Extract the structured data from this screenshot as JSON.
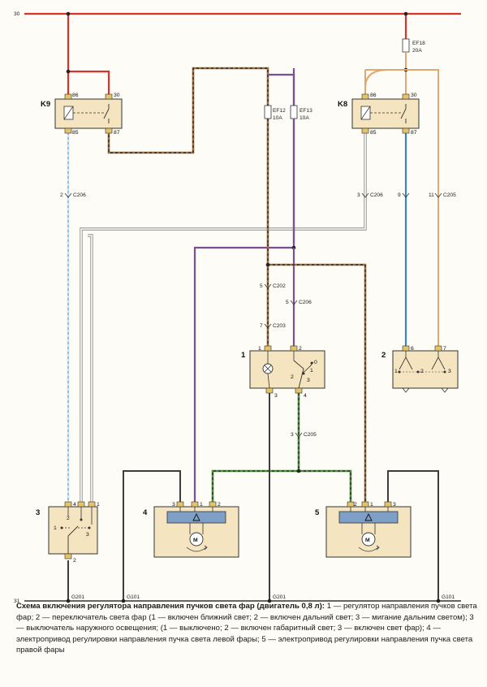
{
  "colors": {
    "red": "#d9332b",
    "violet": "#7b4f95",
    "brown": "#9b6a3d",
    "blue": "#3a86c6",
    "orange": "#e0a870",
    "green": "#4a8f3a",
    "black": "#3d3d3d",
    "white": "#8f8f8f",
    "box": "#f4e4bf",
    "pinbox": "#e3c46a",
    "motor": "#7fa0c6"
  },
  "rails": {
    "top": "30",
    "bottom": "31"
  },
  "relays": {
    "k9": {
      "name": "K9",
      "pins": [
        "86",
        "30",
        "85",
        "87"
      ]
    },
    "k8": {
      "name": "K8",
      "pins": [
        "86",
        "30",
        "85",
        "87"
      ]
    }
  },
  "fuses": {
    "ef18": {
      "name": "EF18",
      "rating": "20A"
    },
    "ef12": {
      "name": "EF12",
      "rating": "10A"
    },
    "ef13": {
      "name": "EF13",
      "rating": "10A"
    }
  },
  "connectors": {
    "k9_c206": {
      "pin": "2",
      "name": "C206"
    },
    "k8_c206": {
      "pin": "3",
      "name": "C206"
    },
    "k8_9": {
      "pin": "9"
    },
    "k8_c205": {
      "pin": "11",
      "name": "C205"
    },
    "c202": {
      "pin": "5",
      "name": "C202"
    },
    "c206_mid": {
      "pin": "5",
      "name": "C206"
    },
    "c203": {
      "pin": "7",
      "name": "C203"
    },
    "c205_mid": {
      "pin": "3",
      "name": "C205"
    }
  },
  "components": {
    "c1": {
      "num": "1",
      "pins": [
        "1",
        "2",
        "3",
        "4"
      ],
      "positions": [
        "0",
        "1",
        "2",
        "3"
      ]
    },
    "c2": {
      "num": "2",
      "pins": [
        "6",
        "7"
      ],
      "positions": [
        "1",
        "2",
        "3"
      ]
    },
    "c3": {
      "num": "3",
      "pins": [
        "4",
        "1",
        "2"
      ],
      "positions": [
        "2",
        "1",
        "3"
      ]
    },
    "c4": {
      "num": "4",
      "pins": [
        "3",
        "1",
        "2"
      ]
    },
    "c5": {
      "num": "5",
      "pins": [
        "2",
        "1",
        "3"
      ]
    }
  },
  "grounds": [
    "G201",
    "G101",
    "G201",
    "G101"
  ],
  "caption": {
    "title": "Схема включения регулятора направления пучков света фар (двигатель 0,8 л):",
    "text": "1 — регулятор направления пучков света фар; 2 — переключатель света фар (1 — включен ближний свет; 2 — включен дальний свет; 3 — мигание дальним светом); 3 — выключатель наружного освещения; (1 — выключено; 2 — включен габаритный свет; 3 — включен свет фар); 4 — электропривод регулировки направления пучка света левой фары; 5 — электропривод регулировки направления пучка света правой фары"
  }
}
